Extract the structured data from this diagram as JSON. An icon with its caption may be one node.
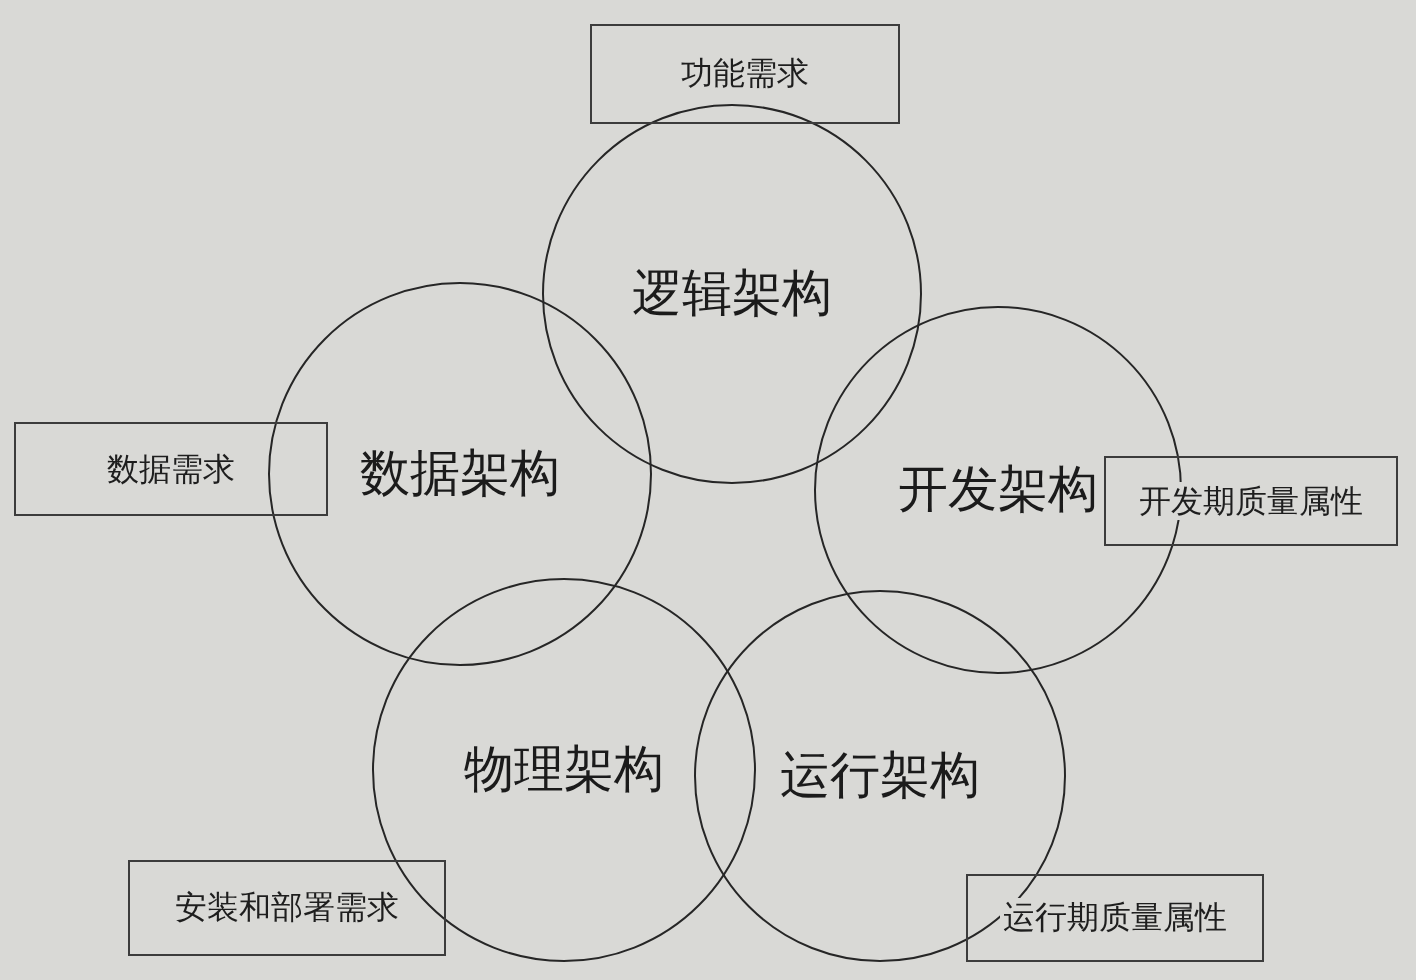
{
  "diagram": {
    "nodes": [
      {
        "text": [
          "功能需求"
        ]
      },
      {
        "text": [
          "逻辑架构"
        ]
      },
      {
        "text": [
          "数据需求"
        ]
      },
      {
        "text": [
          "数据架构"
        ]
      },
      {
        "text": [
          "开发架构"
        ]
      },
      {
        "text": [
          "开发期质量属性"
        ]
      },
      {
        "text": [
          "物理架构"
        ]
      },
      {
        "text": [
          "运行架构"
        ]
      },
      {
        "text": [
          "安装和部署需求"
        ]
      },
      {
        "text": [
          "运行期质量属性"
        ]
      }
    ]
  }
}
